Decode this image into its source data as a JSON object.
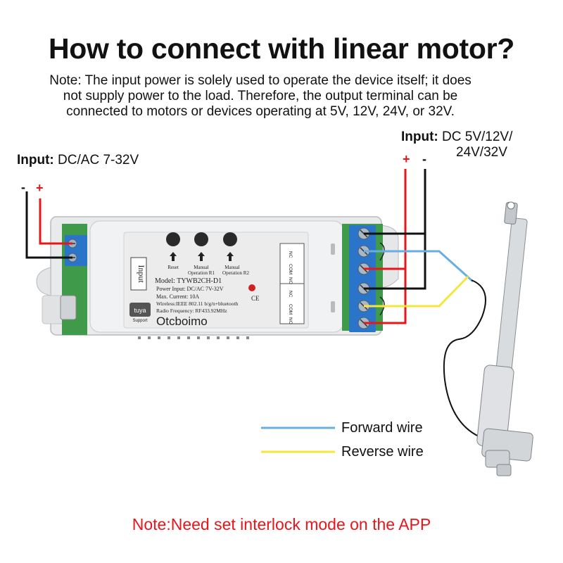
{
  "title": "How to connect with linear motor?",
  "note_lines": [
    "Note: The input power is solely used to operate the device itself; it does",
    "not supply power to the load. Therefore, the output terminal can be",
    "connected to motors or devices operating at 5V, 12V, 24V, or 32V."
  ],
  "left_input": {
    "label": "Input:",
    "value": "DC/AC 7-32V",
    "minus": "-",
    "plus": "+"
  },
  "right_input": {
    "label": "Input:",
    "value_line1": "DC 5V/12V/",
    "value_line2": "24V/32V",
    "plus": "+",
    "minus": "-"
  },
  "device": {
    "input_tag": "Input",
    "buttons": [
      "Reset",
      "Manual Operation R1",
      "Manual Operation R2"
    ],
    "button_lines": [
      [
        "Reset"
      ],
      [
        "Manual",
        "Operation R1"
      ],
      [
        "Manual",
        "Operation R2"
      ]
    ],
    "model": "Model: TYWB2CH-D1",
    "power_input": "Power Input:  DC/AC 7V-32V",
    "max_current": "Max. Current:  10A",
    "wireless": "Wireless:IEEE 802.11 b/g/n+bluetooth",
    "radio": "Radio Frequency:  RF433.92MHz",
    "ce": "CE",
    "tuya": "tuya",
    "support": "Support",
    "brand": "Otcboimo",
    "relay_labels_1": [
      "NC",
      "COM",
      "NO"
    ],
    "relay_labels_2": [
      "NC",
      "COM",
      "NO"
    ]
  },
  "legend": [
    {
      "label": "Forward wire",
      "color": "#6aaee0"
    },
    {
      "label": "Reverse wire",
      "color": "#f4e63a"
    }
  ],
  "bottom_note": "Note:Need set interlock mode on the APP",
  "colors": {
    "red_wire": "#e8151a",
    "black_wire": "#111111",
    "blue_wire": "#6aaee0",
    "yellow_wire": "#f4e63a",
    "terminal": "#2a74c9"
  }
}
